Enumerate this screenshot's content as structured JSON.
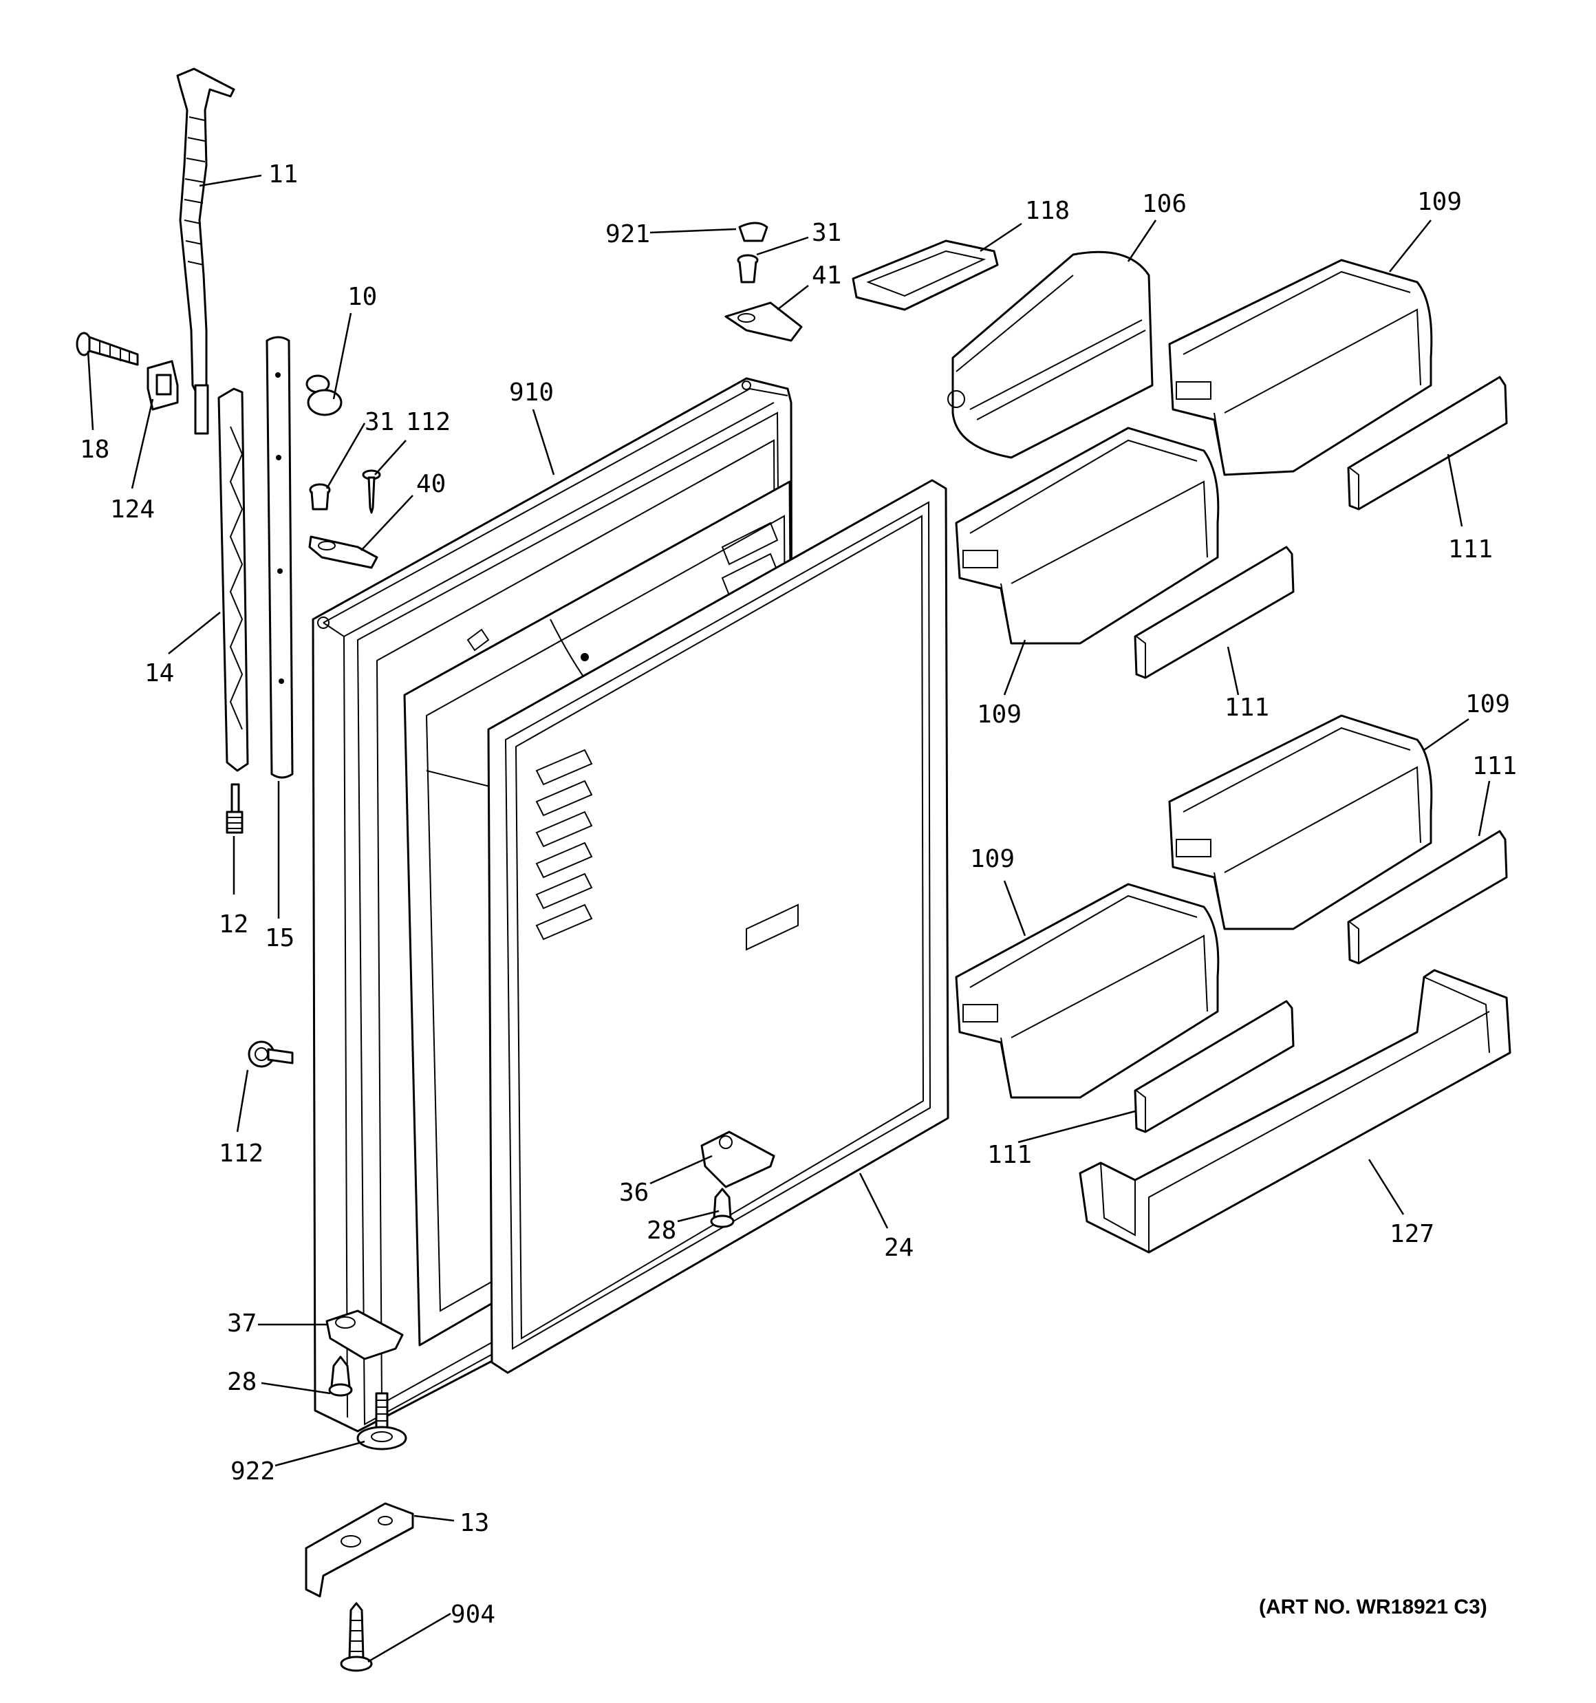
{
  "callouts": [
    {
      "id": "c-11",
      "text": "11"
    },
    {
      "id": "c-18",
      "text": "18"
    },
    {
      "id": "c-124",
      "text": "124"
    },
    {
      "id": "c-14",
      "text": "14"
    },
    {
      "id": "c-15",
      "text": "15"
    },
    {
      "id": "c-12",
      "text": "12"
    },
    {
      "id": "c-10",
      "text": "10"
    },
    {
      "id": "c-31a",
      "text": "31"
    },
    {
      "id": "c-112a",
      "text": "112"
    },
    {
      "id": "c-40",
      "text": "40"
    },
    {
      "id": "c-910",
      "text": "910"
    },
    {
      "id": "c-921",
      "text": "921"
    },
    {
      "id": "c-31b",
      "text": "31"
    },
    {
      "id": "c-41",
      "text": "41"
    },
    {
      "id": "c-118",
      "text": "118"
    },
    {
      "id": "c-106",
      "text": "106"
    },
    {
      "id": "c-109a",
      "text": "109"
    },
    {
      "id": "c-111a",
      "text": "111"
    },
    {
      "id": "c-109b",
      "text": "109"
    },
    {
      "id": "c-111b",
      "text": "111"
    },
    {
      "id": "c-109c",
      "text": "109"
    },
    {
      "id": "c-111c",
      "text": "111"
    },
    {
      "id": "c-109d",
      "text": "109"
    },
    {
      "id": "c-111d",
      "text": "111"
    },
    {
      "id": "c-127",
      "text": "127"
    },
    {
      "id": "c-112b",
      "text": "112"
    },
    {
      "id": "c-36",
      "text": "36"
    },
    {
      "id": "c-28a",
      "text": "28"
    },
    {
      "id": "c-24",
      "text": "24"
    },
    {
      "id": "c-37",
      "text": "37"
    },
    {
      "id": "c-28b",
      "text": "28"
    },
    {
      "id": "c-922",
      "text": "922"
    },
    {
      "id": "c-13",
      "text": "13"
    },
    {
      "id": "c-904",
      "text": "904"
    }
  ],
  "art_number": "(ART NO. WR18921 C3)"
}
